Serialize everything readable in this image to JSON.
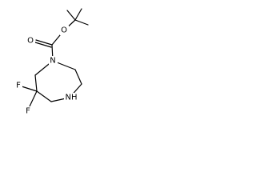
{
  "molecule": {
    "atoms": {
      "carbonyl_oxygen": "O",
      "ester_oxygen": "O",
      "ring_nitrogen_boc": "N",
      "ring_nitrogen_h": "NH",
      "fluorine_1": "F",
      "fluorine_2": "F"
    }
  }
}
